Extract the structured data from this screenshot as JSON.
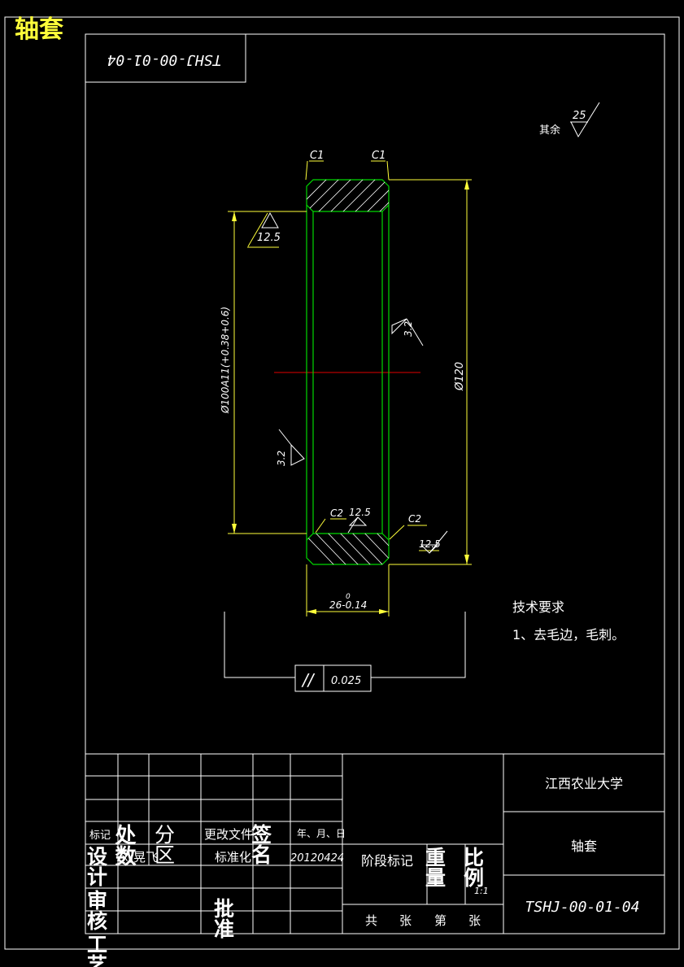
{
  "corner_title": "轴套",
  "drawing_number_rotated": "TSHJ-00-01-04",
  "roughness_general": {
    "prefix": "其余",
    "value": "25"
  },
  "dimensions": {
    "chamfer_top_left": "C1",
    "chamfer_top_right": "C1",
    "chamfer_bottom_left": "C2",
    "chamfer_bottom_right": "C2",
    "roughness_outer_left": "12.5",
    "roughness_bore_right": "3.2",
    "roughness_bore_left": "3.2",
    "roughness_bottom_face": "12.5",
    "roughness_bottom_right": "12.5",
    "inner_diameter": "Ø100A11(+0.38+0.6)",
    "outer_diameter": "Ø120",
    "width": "26-0.14",
    "width_upper_tol": "0",
    "parallelism_symbol": "//",
    "parallelism_value": "0.025"
  },
  "tech_requirements": {
    "heading": "技术要求",
    "item1": "1、去毛边，毛刺。"
  },
  "title_block": {
    "mark": "标记",
    "count": "处数",
    "zone": "分区",
    "change_doc": "更改文件",
    "signature": "签名",
    "date": "年、月、日",
    "design": "设计",
    "designer": "刘晃飞",
    "standardization": "标准化",
    "design_date": "20120424",
    "stage_mark": "阶段标记",
    "weight": "重量",
    "scale": "比例",
    "scale_value": "1:1",
    "review": "审核",
    "process": "工艺",
    "approve": "批准",
    "total_sheets": "共",
    "sheet_unit_1": "张",
    "sheet_no": "第",
    "sheet_unit_2": "张",
    "school": "江西农业大学",
    "part_name": "轴套",
    "drawing_number": "TSHJ-00-01-04"
  },
  "colors": {
    "background": "#000000",
    "frame": "#ffffff",
    "part_outline": "#00d800",
    "dimension": "#ffff3a",
    "center_line": "#e00000",
    "title_yellow": "#ffff3a"
  }
}
